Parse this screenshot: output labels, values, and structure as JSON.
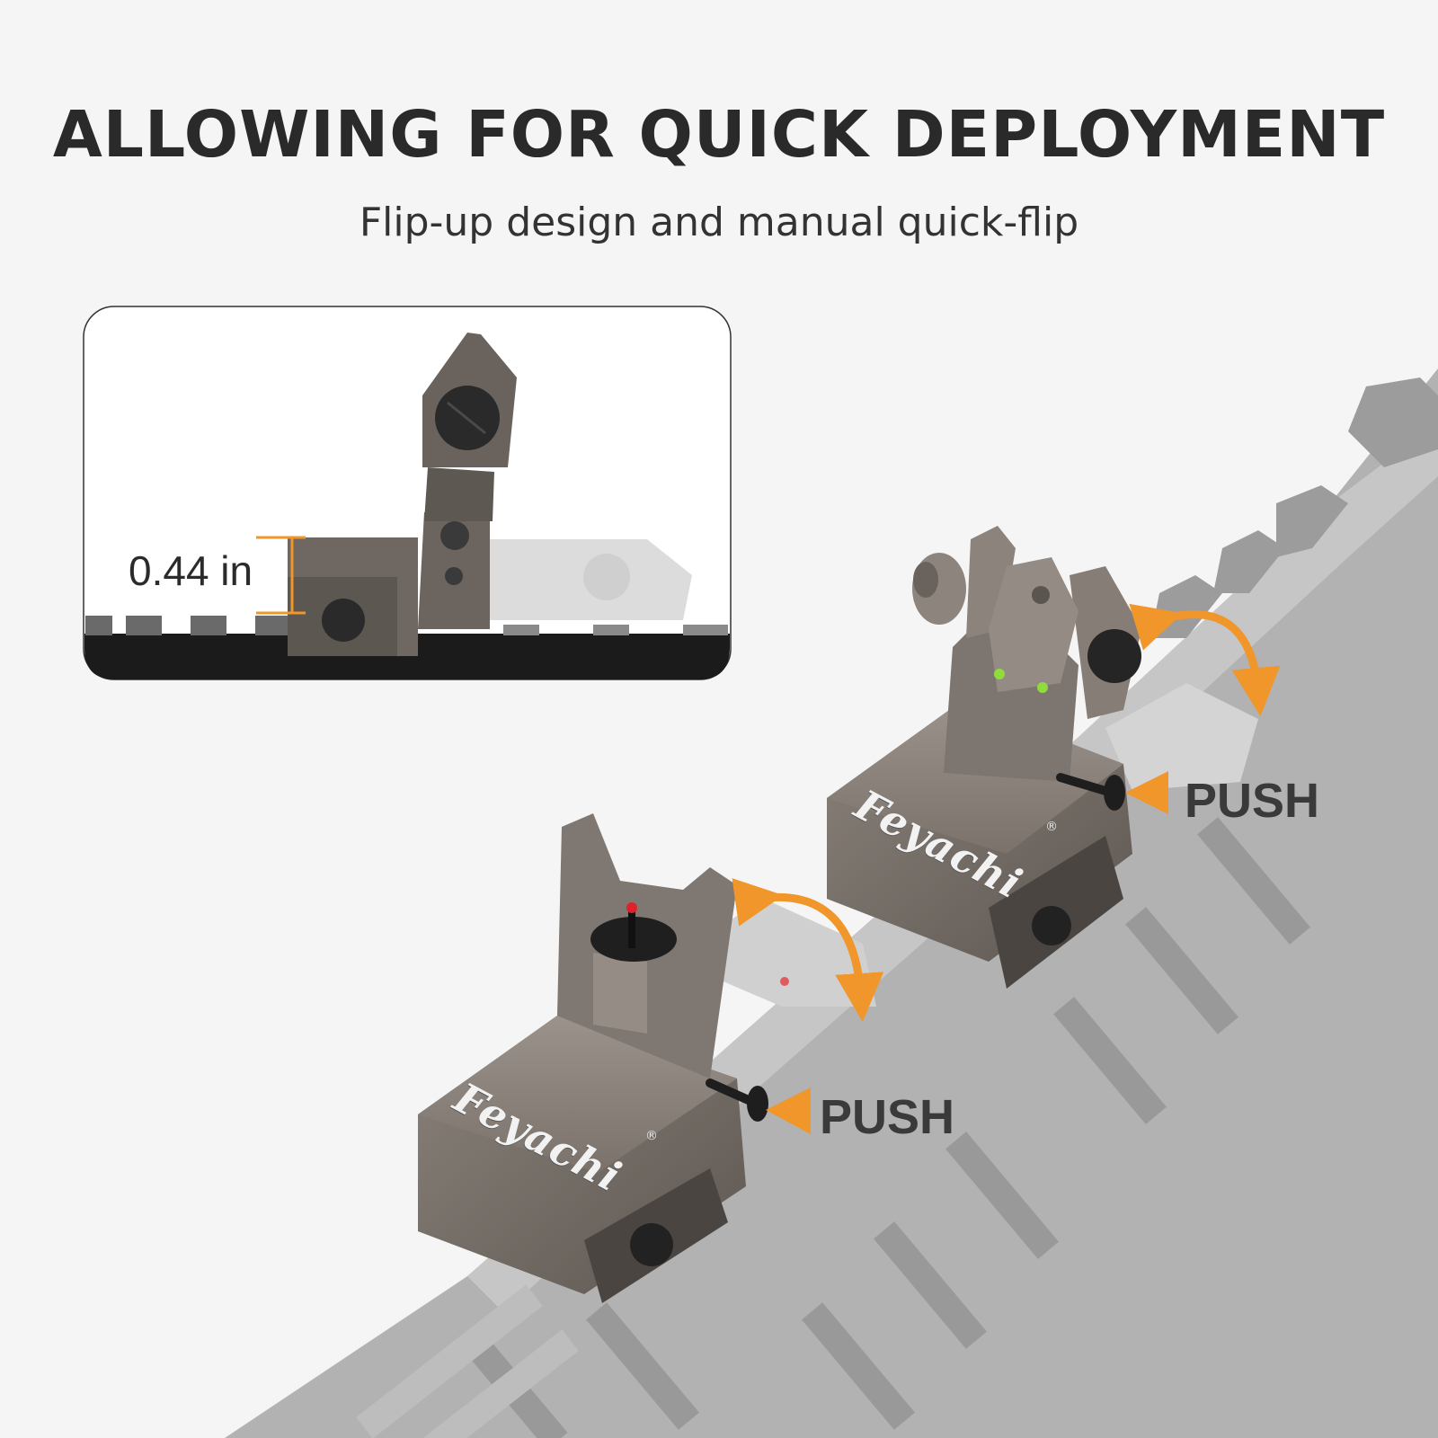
{
  "headline": {
    "title": "ALLOWING FOR QUICK DEPLOYMENT",
    "subtitle": "Flip-up design and manual quick-flip"
  },
  "inset": {
    "measurement": "0.44 in"
  },
  "rear_sight": {
    "brand": "Feyachi",
    "registered": "®",
    "action_label": "PUSH"
  },
  "front_sight": {
    "brand": "Feyachi",
    "registered": "®",
    "action_label": "PUSH"
  },
  "colors": {
    "background": "#f5f5f5",
    "accent_orange": "#f0962a",
    "sight_metal": "#726a63",
    "rail_gray": "#a9a9a9",
    "fiber_green": "#8fdc3c",
    "fiber_red": "#e0202a"
  }
}
